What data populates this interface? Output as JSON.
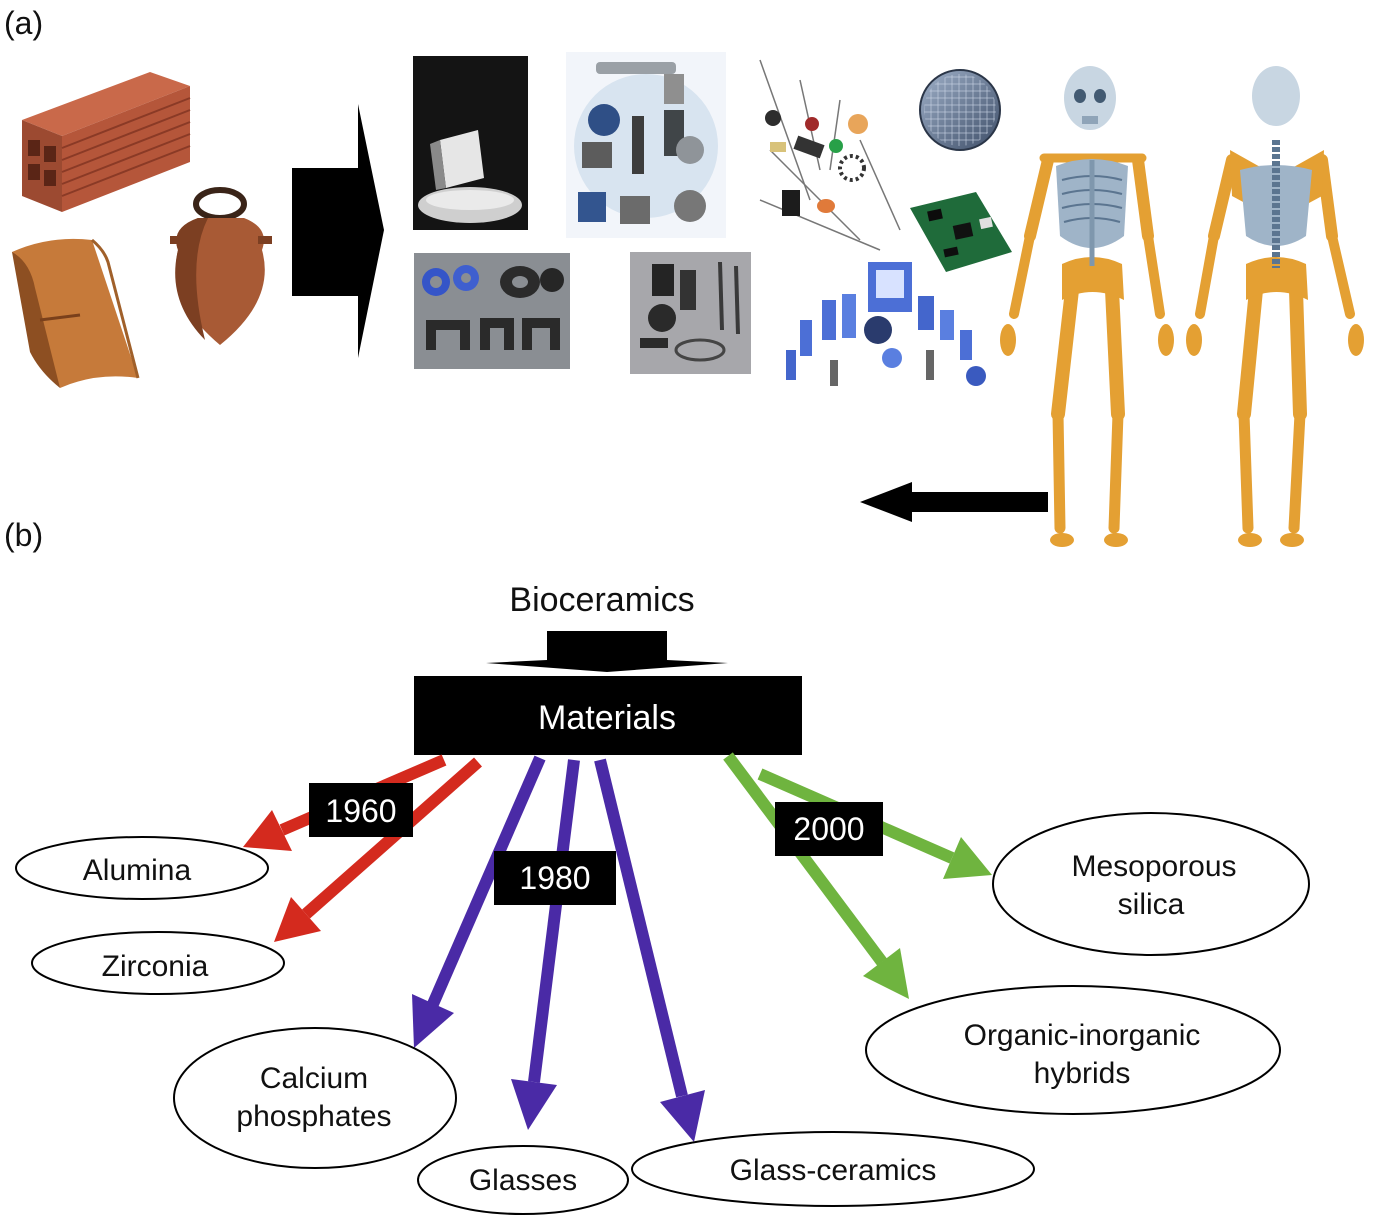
{
  "panels": {
    "a": "(a)",
    "b": "(b)"
  },
  "top": {
    "title": "Bioceramics",
    "hub": "Materials"
  },
  "eras": [
    {
      "year": "1960",
      "color": "#d42a1e"
    },
    {
      "year": "1980",
      "color": "#4a2aa6"
    },
    {
      "year": "2000",
      "color": "#6fb43f"
    }
  ],
  "nodes": [
    {
      "line1": "Alumina",
      "line2": ""
    },
    {
      "line1": "Zirconia",
      "line2": ""
    },
    {
      "line1": "Calcium",
      "line2": "phosphates"
    },
    {
      "line1": "Glasses",
      "line2": ""
    },
    {
      "line1": "Glass-ceramics",
      "line2": ""
    },
    {
      "line1": "Mesoporous",
      "line2": "silica"
    },
    {
      "line1": "Organic-inorganic",
      "line2": "hybrids"
    }
  ],
  "illustrations": [
    {
      "name": "brick",
      "colors": [
        "#b7553a",
        "#8e3f2a"
      ]
    },
    {
      "name": "roof-tile",
      "colors": [
        "#c67a3a"
      ]
    },
    {
      "name": "clay-jug",
      "colors": [
        "#a85a35"
      ]
    },
    {
      "name": "magnet-powder",
      "colors": [
        "#1a1a1a"
      ]
    },
    {
      "name": "sensor-parts",
      "colors": [
        "#cfe0f0"
      ]
    },
    {
      "name": "ferrite-cores",
      "colors": [
        "#6f7378"
      ]
    },
    {
      "name": "ceramic-components",
      "colors": [
        "#7c7c80"
      ]
    },
    {
      "name": "electronic-parts",
      "colors": [
        "#e8e8e8"
      ]
    },
    {
      "name": "silicon-wafer",
      "colors": [
        "#4d5f7a"
      ]
    },
    {
      "name": "circuit-board",
      "colors": [
        "#1f6b3a"
      ]
    },
    {
      "name": "industrial-sensors",
      "colors": [
        "#4c6fd6"
      ]
    },
    {
      "name": "skeleton-front",
      "colors": [
        "#e4a033",
        "#9fb4c8"
      ]
    },
    {
      "name": "skeleton-back",
      "colors": [
        "#e4a033",
        "#9fb4c8"
      ]
    }
  ]
}
